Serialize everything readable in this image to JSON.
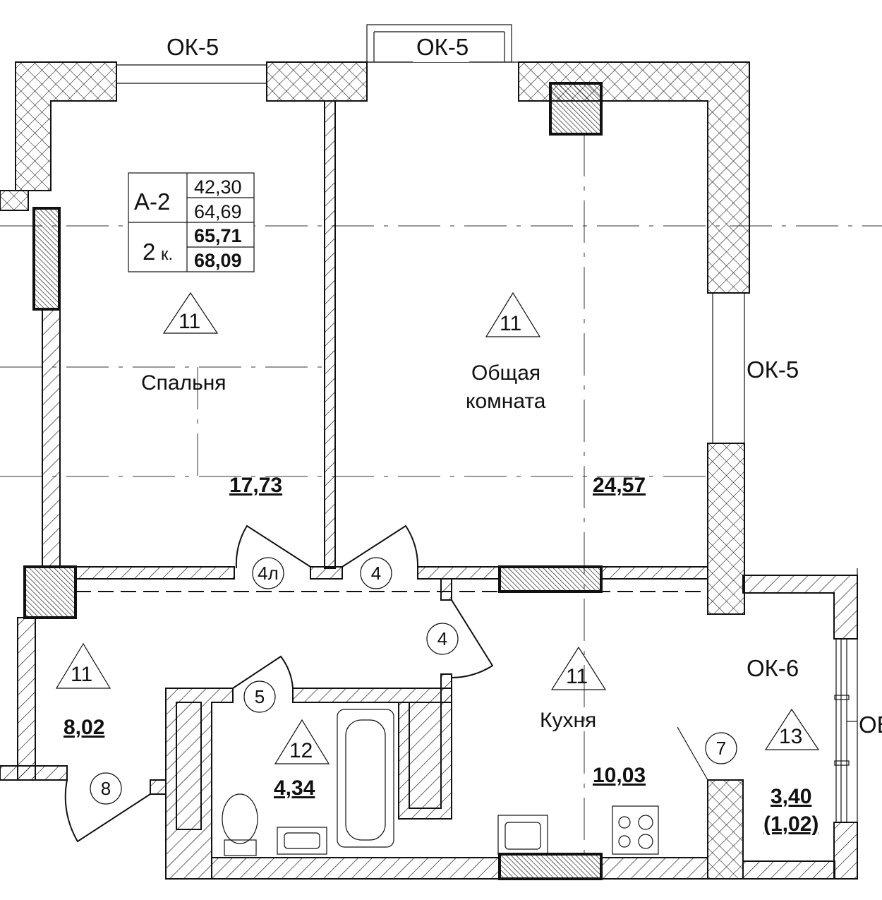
{
  "windows": {
    "top_left": "ОК-5",
    "top_center": "ОК-5",
    "right": "ОК-5",
    "balcony": "ОК-6",
    "balcony_outer": "ОБ"
  },
  "apartment_table": {
    "type": "А-2",
    "rooms": "2",
    "rooms_suffix": "к.",
    "areas": [
      "42,30",
      "64,69",
      "65,71",
      "68,09"
    ]
  },
  "rooms": [
    {
      "name": "Спальня",
      "mark": "11",
      "area": "17,73"
    },
    {
      "name_line1": "Общая",
      "name_line2": "комната",
      "mark": "11",
      "area": "24,57"
    },
    {
      "name": "",
      "mark": "11",
      "area": "8,02"
    },
    {
      "name": "",
      "mark": "12",
      "area": "4,34"
    },
    {
      "name": "Кухня",
      "mark": "11",
      "area": "10,03"
    },
    {
      "name": "",
      "mark": "13",
      "area": "3,40",
      "area_reduced": "(1,02)"
    }
  ],
  "doors": [
    "4л",
    "4",
    "4",
    "5",
    "8",
    "7"
  ]
}
